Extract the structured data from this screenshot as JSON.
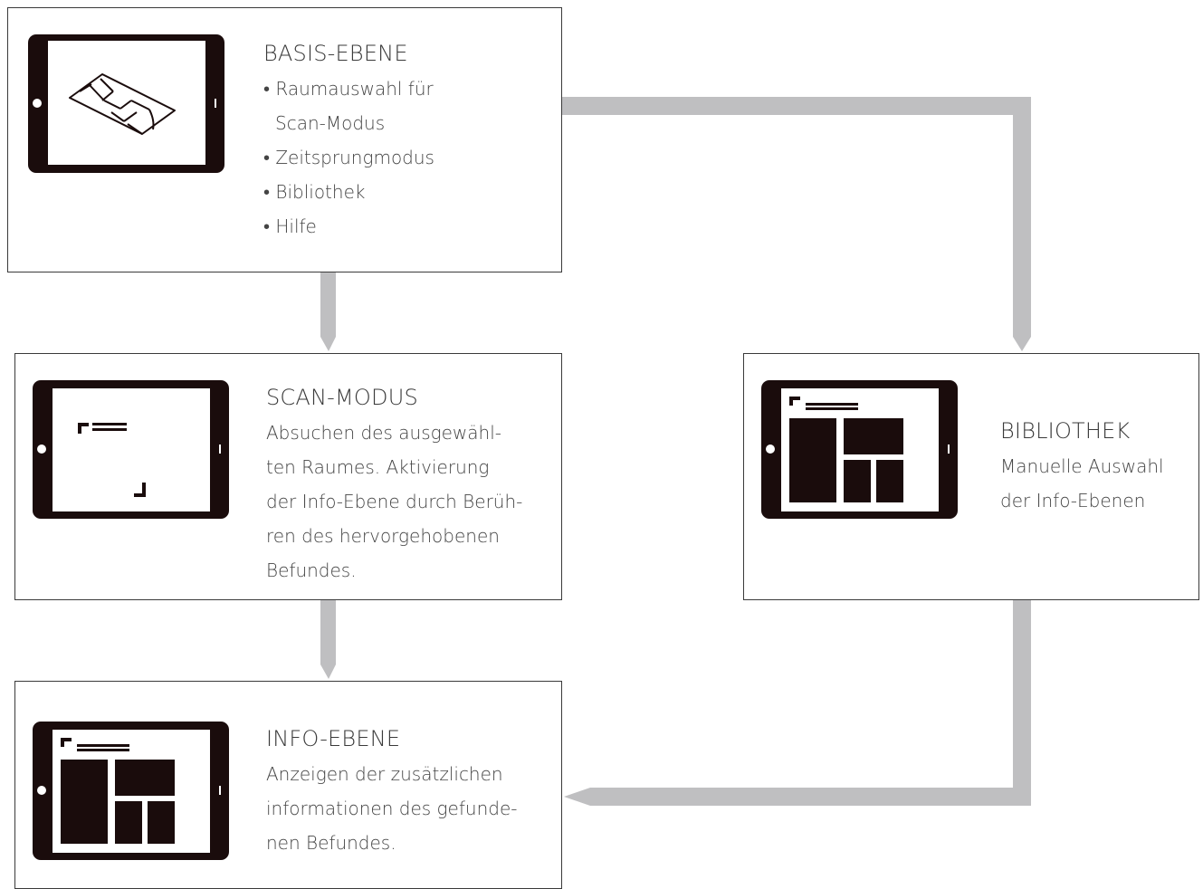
{
  "nodes": {
    "basis": {
      "title": "BASIS-EBENE",
      "lines": [
        "• Raumauswahl für",
        "Scan-Modus",
        "• Zeitsprungmodus",
        "• Bibliothek",
        "• Hilfe"
      ]
    },
    "scan": {
      "title": "SCAN-MODUS",
      "lines": [
        "Absuchen des ausgewähl-",
        "ten Raumes. Aktivierung",
        "der Info-Ebene durch Berüh-",
        "ren des hervorgehobenen",
        "Befundes."
      ]
    },
    "bibliothek": {
      "title": "BIBLIOTHEK",
      "lines": [
        "Manuelle Auswahl",
        "der Info-Ebenen"
      ]
    },
    "info": {
      "title": "INFO-EBENE",
      "lines": [
        "Anzeigen der zusätzlichen",
        "informationen des gefunde-",
        "nen Befundes."
      ]
    }
  },
  "edges": [
    {
      "from": "basis",
      "to": "scan"
    },
    {
      "from": "basis",
      "to": "bibliothek"
    },
    {
      "from": "scan",
      "to": "info"
    },
    {
      "from": "bibliothek",
      "to": "info"
    }
  ],
  "colors": {
    "connector": "#bfbfc1",
    "device": "#1a0c0c",
    "border": "#3a3a3a"
  },
  "icons": {
    "basis": "floor-plan-icon",
    "scan": "scan-markers-icon",
    "bibliothek": "layout-grid-icon",
    "info": "layout-grid-icon"
  }
}
